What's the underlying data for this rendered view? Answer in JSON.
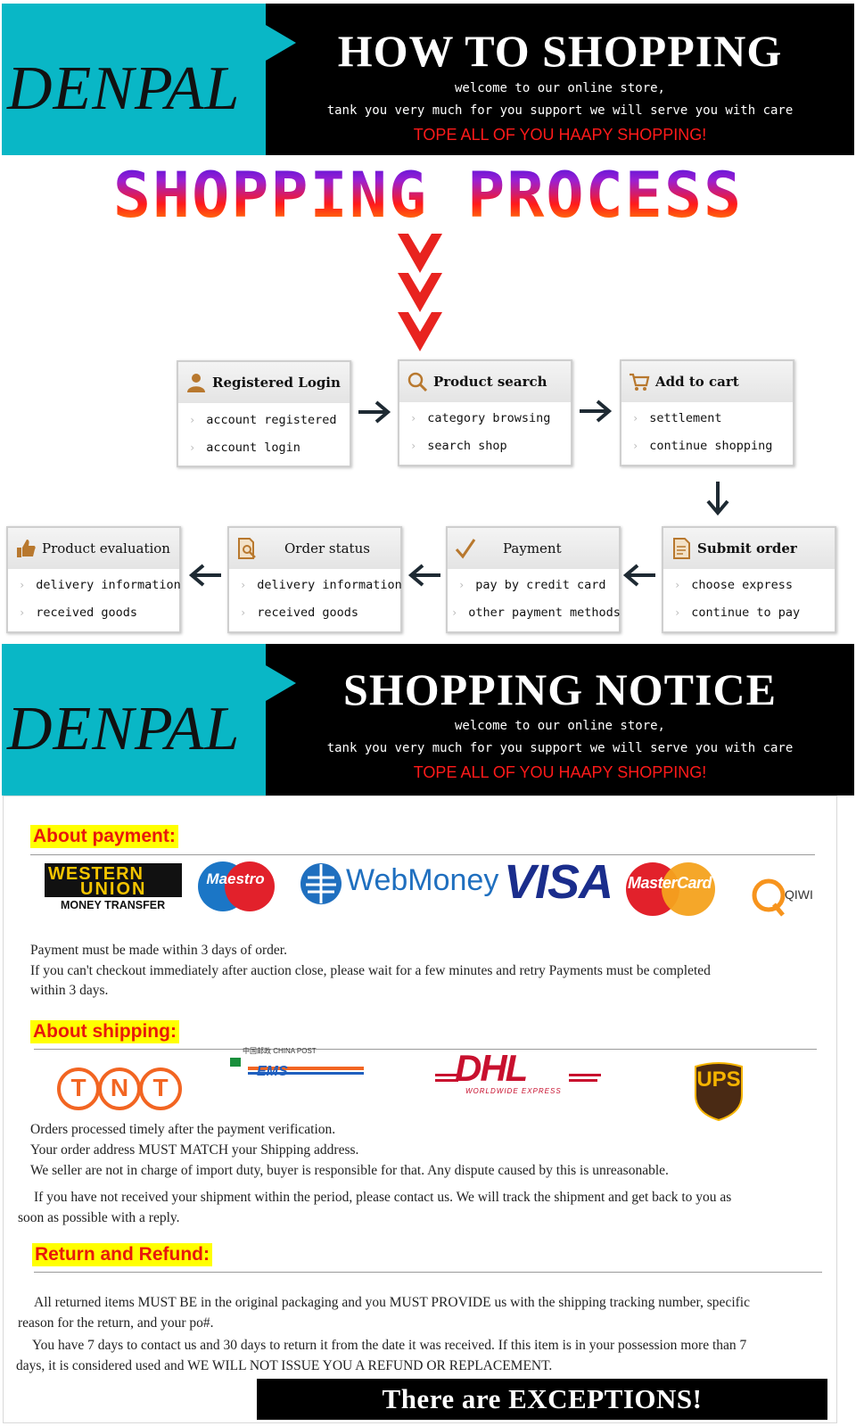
{
  "banner1": {
    "brand": "DENPAL",
    "title": "HOW TO SHOPPING",
    "line1": "welcome to our online store,",
    "line2": "tank you very much for you support we will serve you with care",
    "line3": "TOPE ALL OF YOU HAAPY SHOPPING!"
  },
  "process": {
    "title": "SHOPPING PROCESS",
    "steps": [
      {
        "title": "Registered Login",
        "icon": "user-icon",
        "items": [
          "account registered",
          "account  login"
        ]
      },
      {
        "title": "Product search",
        "icon": "magnifier-icon",
        "items": [
          "category browsing",
          "search shop"
        ]
      },
      {
        "title": "Add to cart",
        "icon": "cart-icon",
        "items": [
          "settlement",
          "continue shopping"
        ]
      },
      {
        "title": "Submit order",
        "icon": "document-icon",
        "items": [
          "choose express",
          "continue to pay"
        ]
      },
      {
        "title": "Payment",
        "icon": "checkmark-icon",
        "items": [
          "pay by credit card",
          "other payment methods"
        ]
      },
      {
        "title": "Order status",
        "icon": "document-search-icon",
        "items": [
          "delivery information",
          "received goods"
        ]
      },
      {
        "title": "Product evaluation",
        "icon": "thumbs-up-icon",
        "items": [
          "delivery information",
          "received goods"
        ]
      }
    ]
  },
  "banner2": {
    "brand": "DENPAL",
    "title": "SHOPPING NOTICE",
    "line1": "welcome to our online store,",
    "line2": "tank you very much for you support we will serve you with care",
    "line3": "TOPE ALL OF YOU HAAPY SHOPPING!"
  },
  "payment": {
    "title": "About payment:",
    "logos": {
      "wu_line1": "WESTERN",
      "wu_line2": "UNION",
      "wu_line3": "MONEY TRANSFER",
      "maestro": "Maestro",
      "webmoney": "WebMoney",
      "visa": "VISA",
      "mastercard": "MasterCard",
      "qiwi": "QIWI"
    },
    "p1": "Payment must be made within 3 days of order.",
    "p2a": "If you can't checkout immediately after auction close, please wait for a few minutes and retry Payments must be completed",
    "p2b": "within 3 days."
  },
  "shipping": {
    "title": "About shipping:",
    "logos": {
      "tnt": [
        "T",
        "N",
        "T"
      ],
      "chinapost": "中国邮政 CHINA POST",
      "ems": "EMS",
      "dhl": "DHL",
      "dhl_sub": "WORLDWIDE EXPRESS",
      "ups": "UPS"
    },
    "p1": "Orders processed timely after the payment verification.",
    "p2": "Your order address MUST MATCH your Shipping address.",
    "p3": "We seller are not in charge of import duty, buyer is responsible for that. Any dispute caused by this is unreasonable.",
    "p4a": "If you have not received your shipment within the period,  please contact us. We will track the shipment and get back to you as",
    "p4b": "soon as possible with a reply."
  },
  "returns": {
    "title": "Return and Refund:",
    "p1a": "All returned items MUST BE in the original packaging and you MUST PROVIDE us with the shipping tracking number, specific",
    "p1b": "reason for the return, and your po#.",
    "p2a": "You have 7 days to contact us and 30 days to return it from the date it was received. If this item is in your possession more than 7",
    "p2b": "days, it is considered used and WE WILL NOT ISSUE YOU A REFUND OR REPLACEMENT.",
    "exceptions": "There are EXCEPTIONS!"
  },
  "colors": {
    "cyan": "#09b7c6",
    "red": "#ff1a1a",
    "highlight": "#ffff00",
    "notice_title": "#e8180c"
  }
}
